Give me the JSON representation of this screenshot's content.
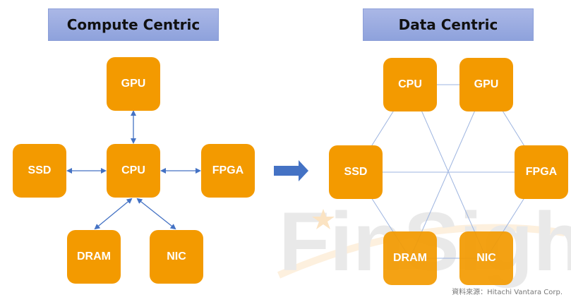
{
  "left_panel": {
    "title": "Compute Centric",
    "nodes": {
      "gpu": "GPU",
      "ssd": "SSD",
      "cpu": "CPU",
      "fpga": "FPGA",
      "dram": "DRAM",
      "nic": "NIC"
    },
    "connections": [
      {
        "from": "CPU",
        "to": "GPU",
        "type": "bidirectional-arrow"
      },
      {
        "from": "CPU",
        "to": "SSD",
        "type": "bidirectional-arrow"
      },
      {
        "from": "CPU",
        "to": "FPGA",
        "type": "bidirectional-arrow"
      },
      {
        "from": "CPU",
        "to": "DRAM",
        "type": "bidirectional-arrow"
      },
      {
        "from": "CPU",
        "to": "NIC",
        "type": "bidirectional-arrow"
      }
    ]
  },
  "right_panel": {
    "title": "Data Centric",
    "nodes": {
      "cpu": "CPU",
      "gpu": "GPU",
      "ssd": "SSD",
      "fpga": "FPGA",
      "dram": "DRAM",
      "nic": "NIC"
    },
    "connections": [
      {
        "from": "CPU",
        "to": "GPU"
      },
      {
        "from": "GPU",
        "to": "FPGA"
      },
      {
        "from": "FPGA",
        "to": "NIC"
      },
      {
        "from": "NIC",
        "to": "DRAM"
      },
      {
        "from": "DRAM",
        "to": "SSD"
      },
      {
        "from": "SSD",
        "to": "CPU"
      },
      {
        "from": "SSD",
        "to": "FPGA"
      },
      {
        "from": "CPU",
        "to": "NIC"
      },
      {
        "from": "GPU",
        "to": "DRAM"
      }
    ]
  },
  "transition_arrow": "right-arrow",
  "watermark": "FinSight",
  "source": "資料來源：Hitachi Vantara Corp.",
  "colors": {
    "node": "#f39a00",
    "title_bg": "#9fb0e2",
    "arrow": "#4472c4",
    "link": "#9db4e0"
  }
}
